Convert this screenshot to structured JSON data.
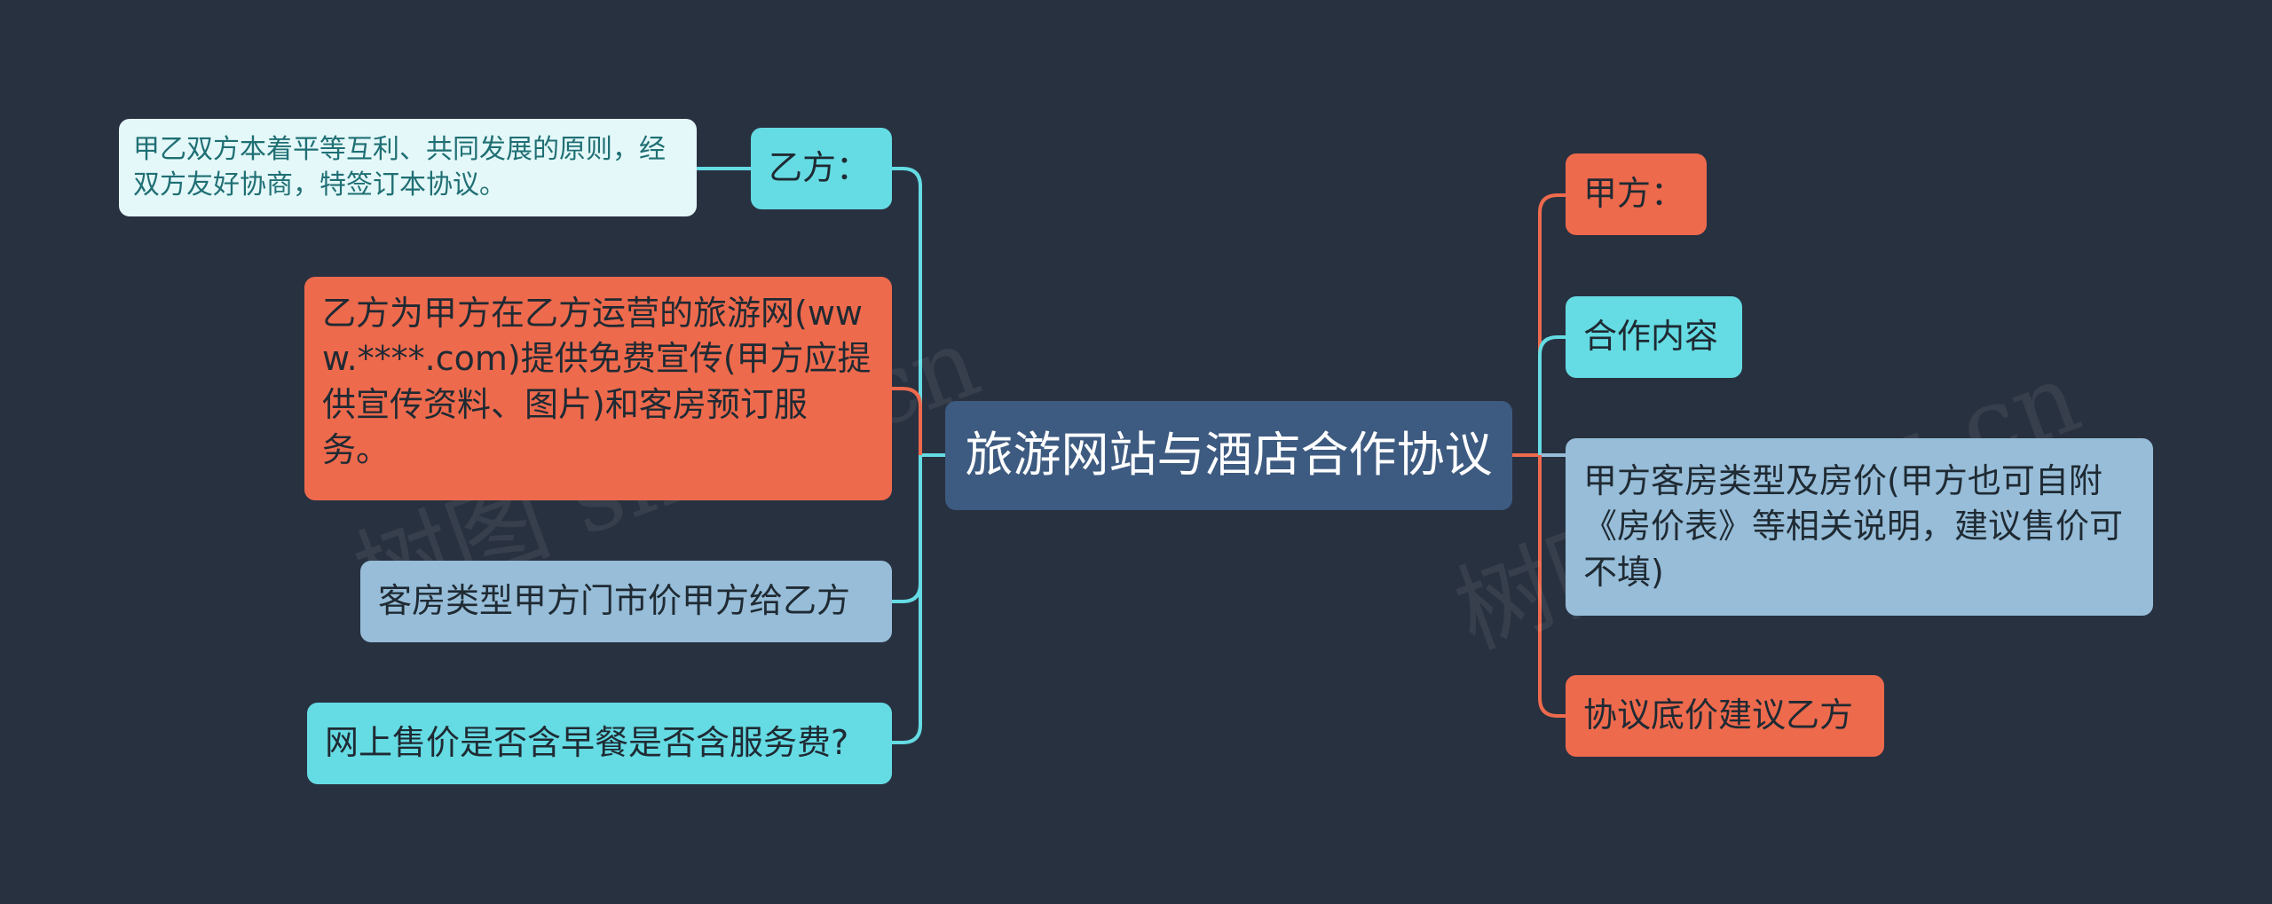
{
  "central": {
    "label": "旅游网站与酒店合作协议"
  },
  "left": [
    {
      "label": "乙方：",
      "child": "甲乙双方本着平等互利、共同发展的原则，经双方友好协商，特签订本协议。"
    },
    {
      "label": "乙方为甲方在乙方运营的旅游网(www.****.com)提供免费宣传(甲方应提供宣传资料、图片)和客房预订服务。"
    },
    {
      "label": "客房类型甲方门市价甲方给乙方"
    },
    {
      "label": "网上售价是否含早餐是否含服务费?"
    }
  ],
  "right": [
    {
      "label": "甲方："
    },
    {
      "label": "合作内容"
    },
    {
      "label": "甲方客房类型及房价(甲方也可自附《房价表》等相关说明，建议售价可不填)"
    },
    {
      "label": "协议底价建议乙方"
    }
  ],
  "colors": {
    "background": "#283140",
    "central": "#3d5a80",
    "orange": "#ee6a4d",
    "cyan": "#65dbe3",
    "blue": "#97bdd8",
    "light": "#e4f8f9"
  },
  "watermark": {
    "text": "树图 shutu.cn"
  }
}
